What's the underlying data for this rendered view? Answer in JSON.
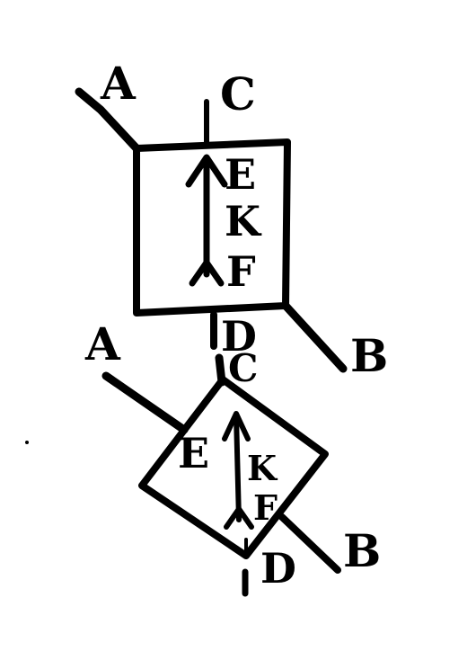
{
  "figure": {
    "background_color": "#ffffff",
    "ink_color": "#000000",
    "top": {
      "labels": {
        "A": "A",
        "B": "B",
        "C": "C",
        "D": "D",
        "E": "E",
        "K": "K",
        "F": "F"
      }
    },
    "bottom": {
      "labels": {
        "A": "A",
        "B": "B",
        "C": "C",
        "D": "D",
        "E": "E",
        "K": "K",
        "F": "F"
      }
    }
  }
}
